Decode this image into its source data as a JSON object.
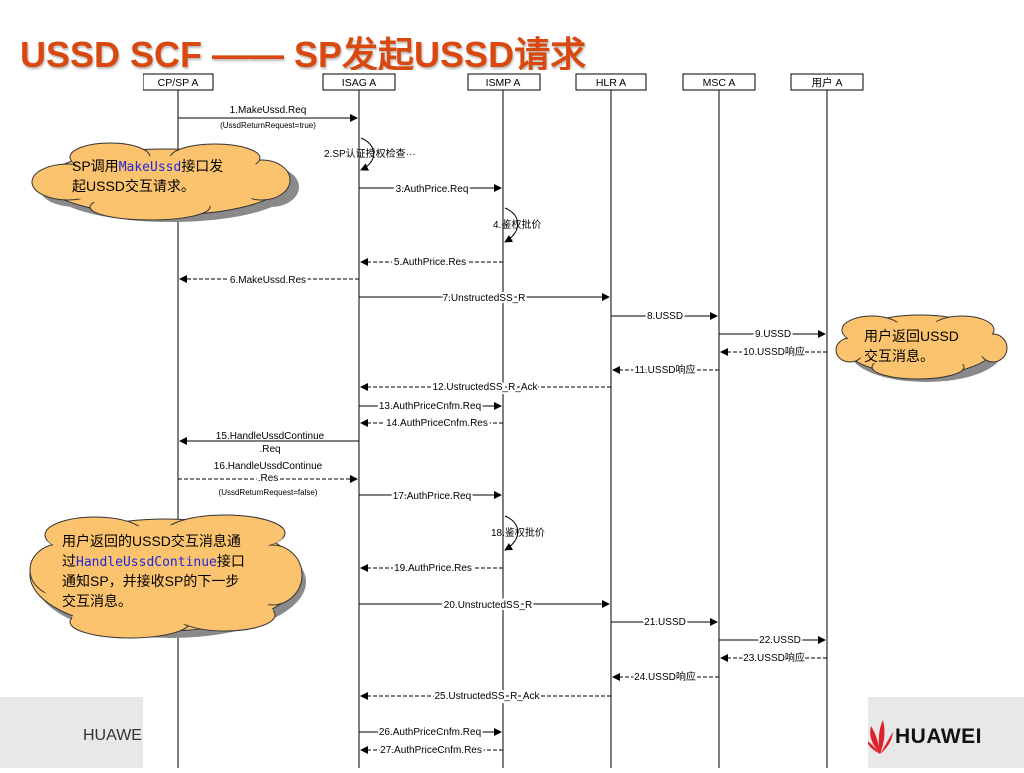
{
  "slide": {
    "title": "USSD SCF —— SP发起USSD请求",
    "footer_left": "HUAWE",
    "logo_text": "HUAWEI"
  },
  "colors": {
    "title": "#d9480f",
    "callout_fill": "#fcc36e",
    "callout_shadow": "#8a8a8a",
    "code_text": "#1f2ad6",
    "line": "#000000",
    "logo_red": "#e0202a"
  },
  "participants": [
    "CP/SP A",
    "ISAG A",
    "ISMP A",
    "HLR A",
    "MSC A",
    "用户 A"
  ],
  "messages": [
    {
      "label": "1.MakeUssd.Req",
      "from": 0,
      "to": 1
    },
    {
      "label": "(UssdReturnRequest=true)",
      "from": null,
      "to": null
    },
    {
      "label": "2.SP认证授权检查···",
      "from": 1,
      "to": 1
    },
    {
      "label": "3.AuthPrice.Req",
      "from": 1,
      "to": 2
    },
    {
      "label": "4.鉴权批价",
      "from": 2,
      "to": 2
    },
    {
      "label": "5.AuthPrice.Res",
      "from": 2,
      "to": 1
    },
    {
      "label": "6.MakeUssd.Res",
      "from": 1,
      "to": 0
    },
    {
      "label": "7.UnstructedSS_R",
      "from": 1,
      "to": 3
    },
    {
      "label": "8.USSD",
      "from": 3,
      "to": 4
    },
    {
      "label": "9.USSD",
      "from": 4,
      "to": 5
    },
    {
      "label": "10.USSD响应",
      "from": 5,
      "to": 4
    },
    {
      "label": "11.USSD响应",
      "from": 4,
      "to": 3
    },
    {
      "label": "12.UstructedSS_R_Ack",
      "from": 3,
      "to": 1
    },
    {
      "label": "13.AuthPriceCnfm.Req",
      "from": 1,
      "to": 2
    },
    {
      "label": "14.AuthPriceCnfm.Res",
      "from": 2,
      "to": 1
    },
    {
      "label": "15.HandleUssdContinue",
      "from": 1,
      "to": 0
    },
    {
      "label": ".Req",
      "from": null,
      "to": null
    },
    {
      "label": "16.HandleUssdContinue",
      "from": 0,
      "to": 1
    },
    {
      "label": ".Res",
      "from": null,
      "to": null
    },
    {
      "label": "(UssdReturnRequest=false)",
      "from": null,
      "to": null
    },
    {
      "label": "17.AuthPrice.Req",
      "from": 1,
      "to": 2
    },
    {
      "label": "18.鉴权批价",
      "from": 2,
      "to": 2
    },
    {
      "label": "19.AuthPrice.Res",
      "from": 2,
      "to": 1
    },
    {
      "label": "20.UnstructedSS_R",
      "from": 1,
      "to": 3
    },
    {
      "label": "21.USSD",
      "from": 3,
      "to": 4
    },
    {
      "label": "22.USSD",
      "from": 4,
      "to": 5
    },
    {
      "label": "23.USSD响应",
      "from": 5,
      "to": 4
    },
    {
      "label": "24.USSD响应",
      "from": 4,
      "to": 3
    },
    {
      "label": "25.UstructedSS_R_Ack",
      "from": 3,
      "to": 1
    },
    {
      "label": "26.AuthPriceCnfm.Req",
      "from": 1,
      "to": 2
    },
    {
      "label": "27.AuthPriceCnfm.Res",
      "from": 2,
      "to": 1
    }
  ],
  "callouts": [
    {
      "line1_a": "SP调用",
      "line1_code": "MakeUssd",
      "line1_b": "接口发",
      "line2": "起USSD交互请求。"
    },
    {
      "line1": "用户返回USSD",
      "line2": "交互消息。"
    },
    {
      "line1": "用户返回的USSD交互消息通",
      "line2_a": "过",
      "line2_code": "HandleUssdContinue",
      "line2_b": "接口",
      "line3": "通知SP，并接收SP的下一步",
      "line4": "交互消息。"
    }
  ]
}
